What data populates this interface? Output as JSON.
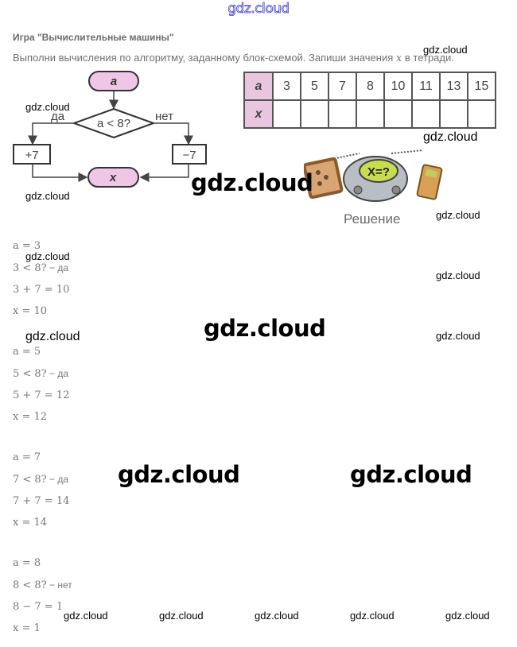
{
  "watermark": {
    "top": "gdz.cloud",
    "small": "gdz.cloud",
    "large": "gdz.cloud"
  },
  "header": {
    "title": "Игра \"Вычислительные машины\"",
    "instruction_before": "Выполни вычисления по алгоритму, заданному блок-схемой. Запиши значения ",
    "instruction_var": "x",
    "instruction_after": " в тетради."
  },
  "flowchart": {
    "start": "a",
    "condition": "a < 8?",
    "yes_label": "да",
    "no_label": "нет",
    "yes_action": "+7",
    "no_action": "−7",
    "end": "x",
    "fill_color": "#efc6e6"
  },
  "table": {
    "row_a_label": "a",
    "row_x_label": "x",
    "a_values": [
      "3",
      "5",
      "7",
      "8",
      "10",
      "11",
      "13",
      "15"
    ],
    "x_values": [
      "",
      "",
      "",
      "",
      "",
      "",
      "",
      ""
    ],
    "header_color": "#e9c5e0"
  },
  "illustration": {
    "robot_screen": "X=?"
  },
  "solution_label": "Решение",
  "steps": [
    {
      "a": "a = 3",
      "check": "3 < 8?",
      "answer": " − да",
      "calc": "3 + 7 = 10",
      "x": "x = 10"
    },
    {
      "a": "a = 5",
      "check": "5 < 8?",
      "answer": " − да",
      "calc": "5 + 7 = 12",
      "x": "x = 12"
    },
    {
      "a": "a = 7",
      "check": "7 < 8?",
      "answer": " − да",
      "calc": "7 + 7 = 14",
      "x": "x = 14"
    },
    {
      "a": "a = 8",
      "check": "8 < 8?",
      "answer": " − нет",
      "calc": "8 − 7 = 1",
      "x": "x = 1"
    }
  ]
}
